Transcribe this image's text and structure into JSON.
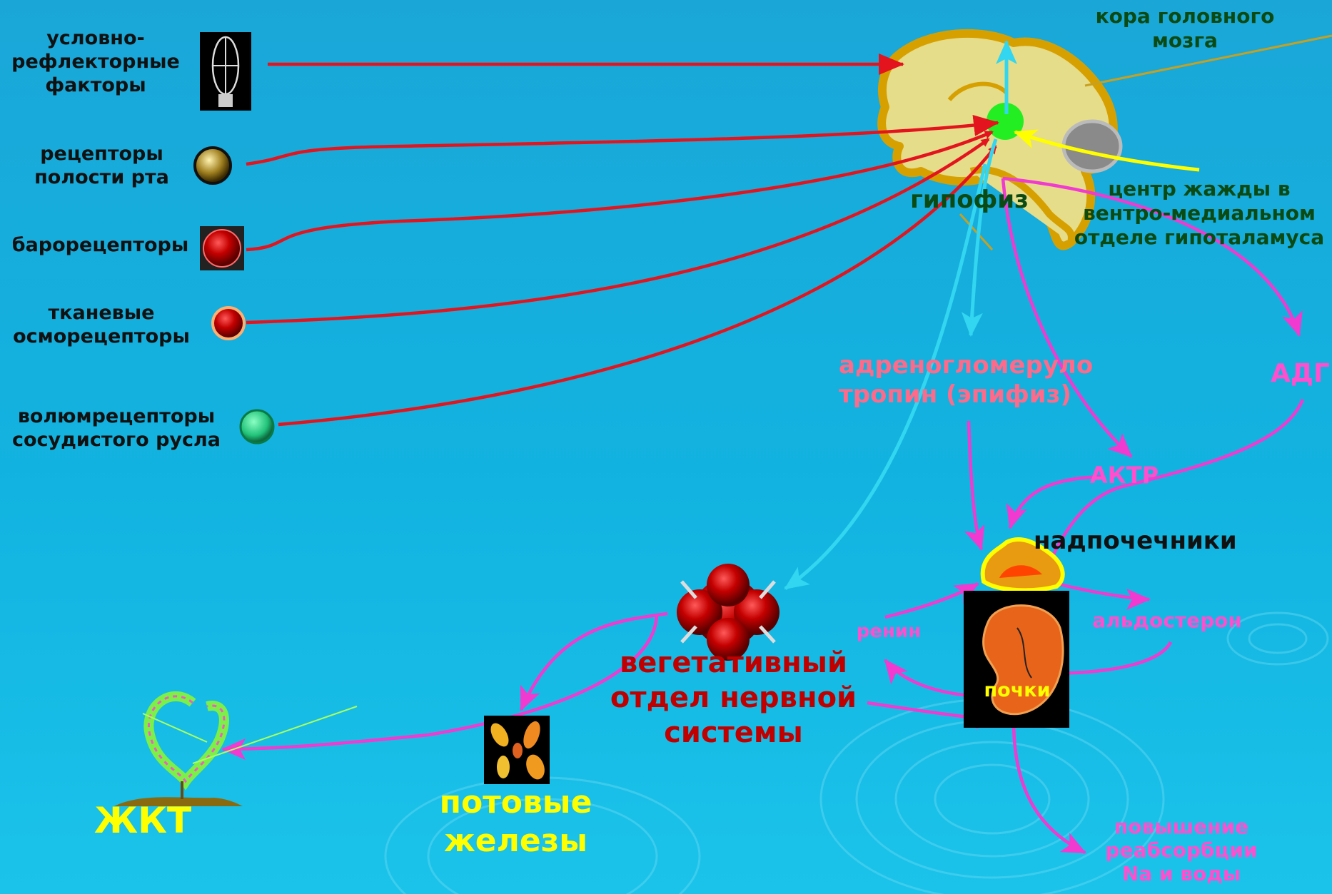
{
  "receptors": [
    {
      "line1": "условно-",
      "line2": "рефлекторные",
      "line3": "факторы"
    },
    {
      "line1": "рецепторы",
      "line2": "полости рта"
    },
    {
      "line1": "барорецепторы"
    },
    {
      "line1": "тканевые",
      "line2": "осморецепторы"
    },
    {
      "line1": "волюмрецепторы",
      "line2": "сосудистого русла"
    }
  ],
  "brain": {
    "cortex_line1": "кора головного",
    "cortex_line2": "мозга",
    "pituitary": "гипофиз",
    "thirst_line1": "центр жажды в",
    "thirst_line2": "вентро-медиальном",
    "thirst_line3": "отделе гипоталамуса"
  },
  "hormones": {
    "agt_line1": "адреногломеруло",
    "agt_line2": "тропин (эпифиз)",
    "adg": "АДГ",
    "actr": "АКТР",
    "renin": "ренин",
    "aldosterone": "альдостерон"
  },
  "organs": {
    "adrenals": "надпочечники",
    "kidneys": "почки",
    "ans_line1": "вегетативный",
    "ans_line2": "отдел нервной",
    "ans_line3": "системы",
    "sweat_line1": "потовые",
    "sweat_line2": "железы",
    "gi": "ЖКТ"
  },
  "effect": {
    "line1": "повышение",
    "line2": "реабсорбции",
    "line3": "Na и воды"
  },
  "colors": {
    "background": "#13b0e0",
    "afferent_arrow": "#e3141e",
    "efferent_arrow": "#f03ad0",
    "cyan_arrow": "#33d6f0",
    "thirst_arrow": "#ffff00",
    "hormone_text": "#ff6a8a",
    "magenta_text": "#ff4fcf",
    "yellow_text": "#ffff00",
    "dark_red_text": "#c00000",
    "dark_green_text": "#0b4a12"
  }
}
